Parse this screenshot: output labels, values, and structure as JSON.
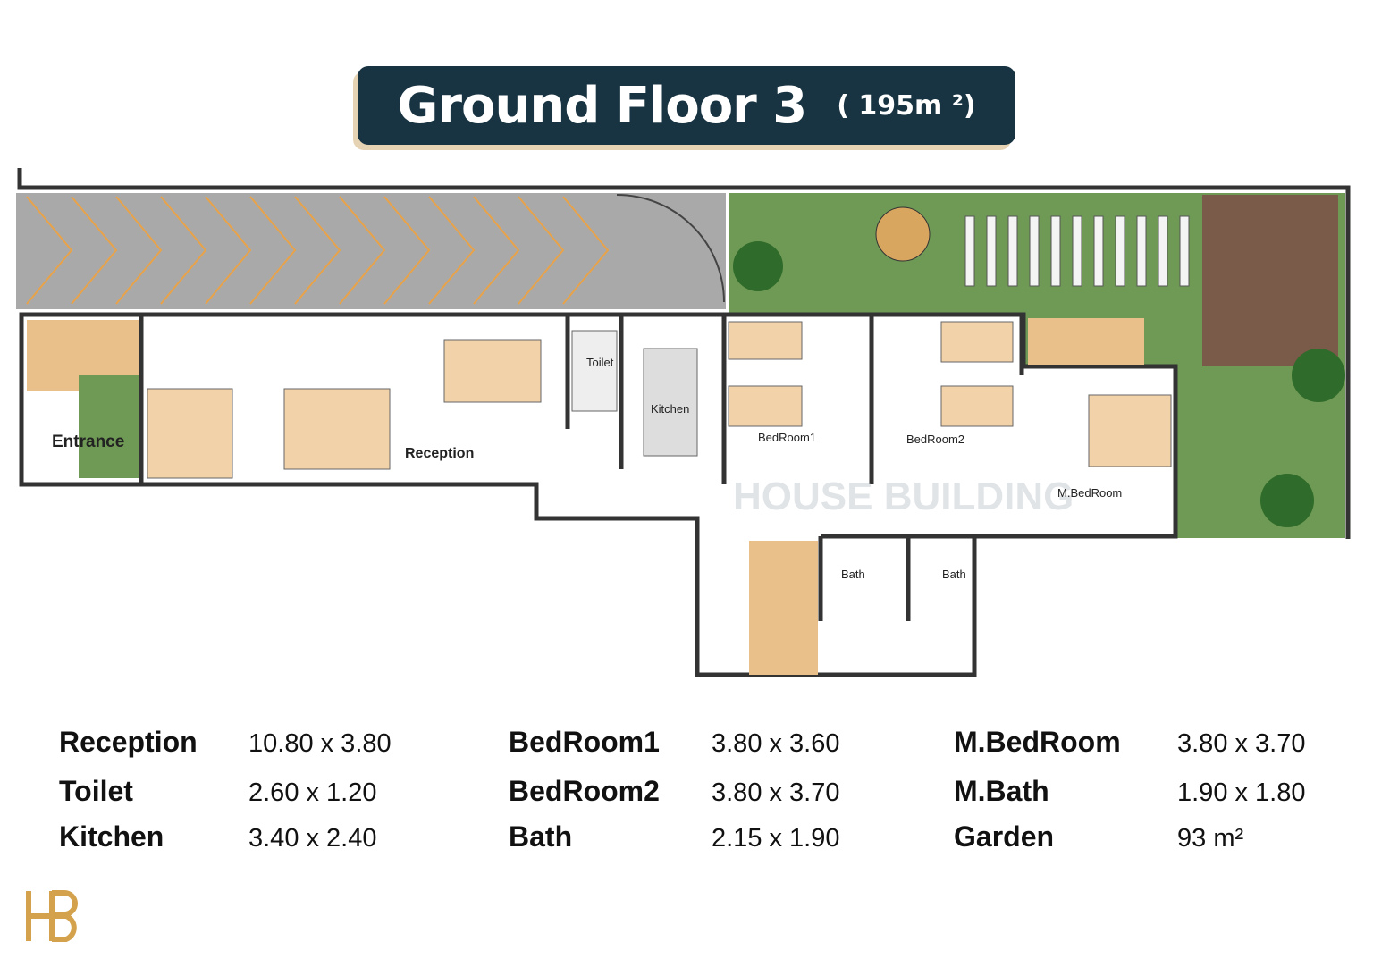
{
  "header": {
    "title": "Ground Floor 3",
    "area": "( 195m ²)"
  },
  "plan_labels": {
    "entrance": "Entrance",
    "reception": "Reception",
    "toilet": "Toilet",
    "kitchen": "Kitchen",
    "bedroom1": "BedRoom1",
    "bedroom2": "BedRoom2",
    "mbedroom": "M.BedRoom",
    "bath1": "Bath",
    "bath2": "Bath"
  },
  "watermark": "HOUSE BUILDING",
  "rooms": [
    [
      {
        "name": "Reception",
        "size": "10.80 x  3.80"
      },
      {
        "name": "Toilet",
        "size": "2.60 x  1.20"
      },
      {
        "name": "Kitchen",
        "size": "3.40 x  2.40"
      }
    ],
    [
      {
        "name": "BedRoom1",
        "size": "3.80 x 3.60"
      },
      {
        "name": "BedRoom2",
        "size": "3.80 x 3.70"
      },
      {
        "name": "Bath",
        "size": "2.15 x 1.90"
      }
    ],
    [
      {
        "name": "M.BedRoom",
        "size": "3.80 x 3.70"
      },
      {
        "name": "M.Bath",
        "size": "1.90 x 1.80"
      },
      {
        "name": "Garden",
        "size": "93 m²"
      }
    ]
  ],
  "colors": {
    "title_bg": "#183341",
    "gold": "#d4a24c",
    "garden": "#6f9a55",
    "parking": "#a9a9a9",
    "deck": "#7a5a48"
  }
}
